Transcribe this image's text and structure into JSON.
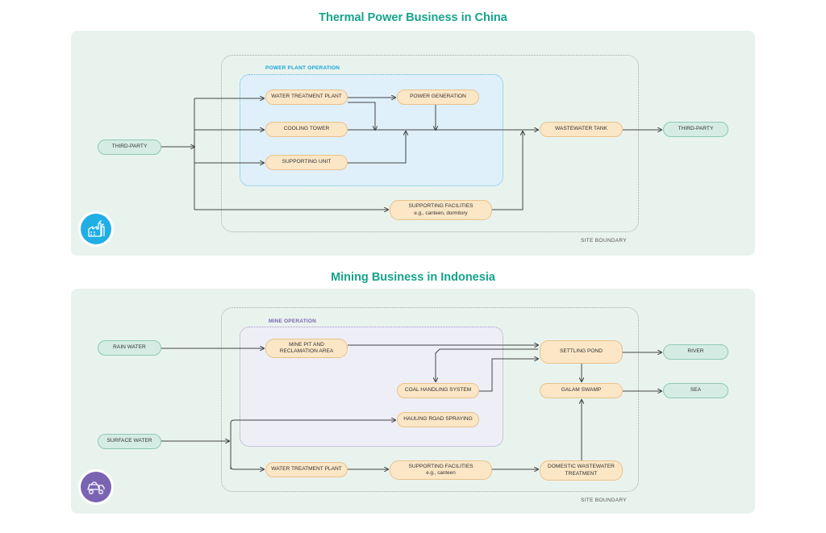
{
  "thermal": {
    "title": "Thermal Power Business in China",
    "operation_label": "POWER PLANT OPERATION",
    "site_boundary": "SITE BOUNDARY",
    "icon": "power-plant-icon",
    "nodes": {
      "third_party_in": "THIRD-PARTY",
      "water_treatment": "WATER TREATMENT PLANT",
      "power_generation": "POWER GENERATION",
      "cooling_tower": "COOLING TOWER",
      "supporting_unit": "SUPPORTING UNIT",
      "wastewater_tank": "WASTEWATER TANK",
      "third_party_out": "THIRD-PARTY",
      "supporting_facilities": "SUPPORTING FACILITIES",
      "supporting_facilities_sub": "e.g., canteen, dormitory"
    }
  },
  "mining": {
    "title": "Mining Business in Indonesia",
    "operation_label": "MINE OPERATION",
    "site_boundary": "SITE BOUNDARY",
    "icon": "mining-truck-icon",
    "nodes": {
      "rain_water": "RAIN WATER",
      "surface_water": "SURFACE WATER",
      "mine_pit_line1": "MINE PIT AND",
      "mine_pit_line2": "RECLAMATION AREA",
      "coal_handling": "COAL HANDLING SYSTEM",
      "hauling_road": "HAULING ROAD SPRAYING",
      "settling_pond": "SETTLING POND",
      "galam_swamp": "GALAM SWAMP",
      "river": "RIVER",
      "sea": "SEA",
      "water_treatment": "WATER TREATMENT PLANT",
      "supporting_facilities": "SUPPORTING FACILITIES",
      "supporting_facilities_sub": "e.g., canteen",
      "domestic_line1": "DOMESTIC WASTEWATER",
      "domestic_line2": "TREATMENT"
    }
  },
  "colors": {
    "title": "#16a38a",
    "panel_bg": "#e9f3ee",
    "process_node": "#fbe6c6",
    "endpoint_node": "#d5ece4",
    "power_area": "#dff0fa",
    "mine_area": "#eeeef7",
    "power_icon_bg": "#20aee5",
    "mining_icon_bg": "#7b63b4"
  }
}
